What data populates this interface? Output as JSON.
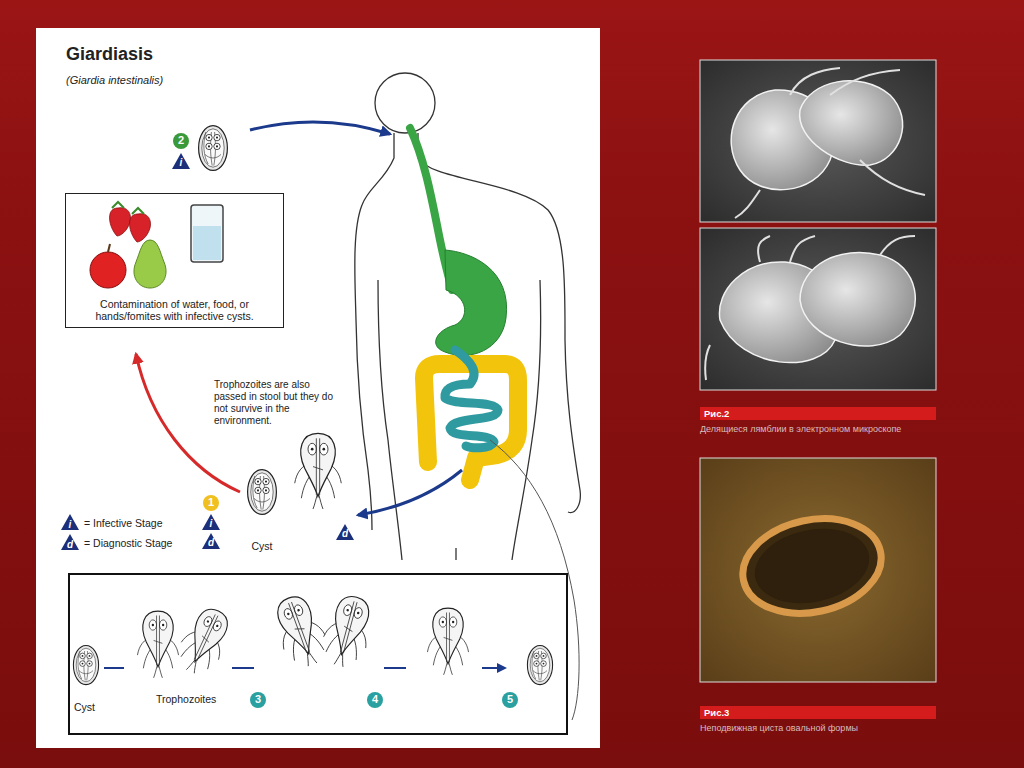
{
  "diagram": {
    "title": "Giardiasis",
    "nodes": [
      {
        "text": [
          "Contamination of water, food, or hands/fomites with infective cysts."
        ]
      },
      {
        "text": [
          "Cyst",
          "Trophozoites"
        ]
      },
      {
        "text": [
          "Рис.2",
          "Делящиеся лямблии в электронном микроскопе"
        ]
      },
      {
        "text": [
          "Рис.3",
          "Неподвижная циста овальной формы"
        ]
      }
    ],
    "labels": [
      "(Giardia intestinalis)",
      "2",
      "i",
      "Trophozoites are also passed in stool but they do not survive in the environment.",
      "1",
      "i",
      "d",
      "Cyst",
      "d",
      "i",
      "d",
      "3",
      "4",
      "5"
    ],
    "legend": [
      {
        "text": "= Infective Stage"
      },
      {
        "text": "= Diagnostic Stage"
      }
    ]
  }
}
